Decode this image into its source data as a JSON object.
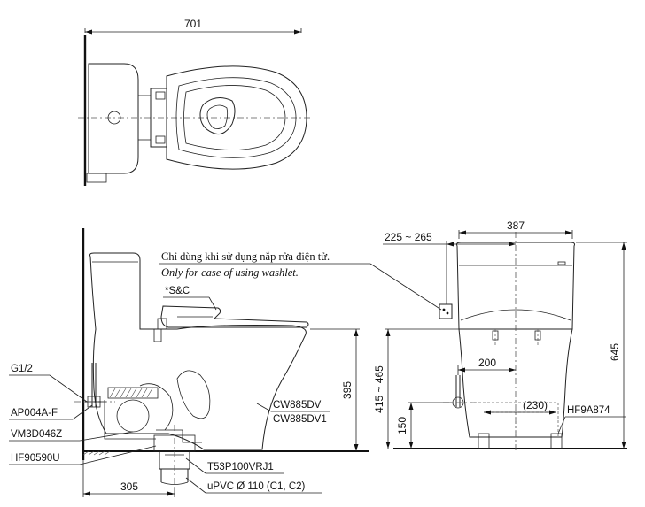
{
  "note": {
    "vi": "Chỉ dùng khi sử dụng nắp rửa điện tử.",
    "en": "Only for case of using washlet."
  },
  "dimensions": {
    "top_length": "701",
    "side_depth": "305",
    "side_height": "395",
    "front_width": "387",
    "wall_offset": "225 ~ 265",
    "front_height": "645",
    "seat_height": "415 ~ 465",
    "outlet_height": "150",
    "supply_offset": "200",
    "outlet_spacing": "(230)"
  },
  "parts": {
    "seat": "*S&C",
    "inlet_thread": "G1/2",
    "angle_valve": "AP004A-F",
    "drain_connector": "VM3D046Z",
    "flange": "HF90590U",
    "trap": "T53P100VRJ1",
    "pipe": "uPVC Ø 110 (C1, C2)",
    "model_1": "CW885DV",
    "model_2": "CW885DV1",
    "fixing_kit": "HF9A874"
  }
}
